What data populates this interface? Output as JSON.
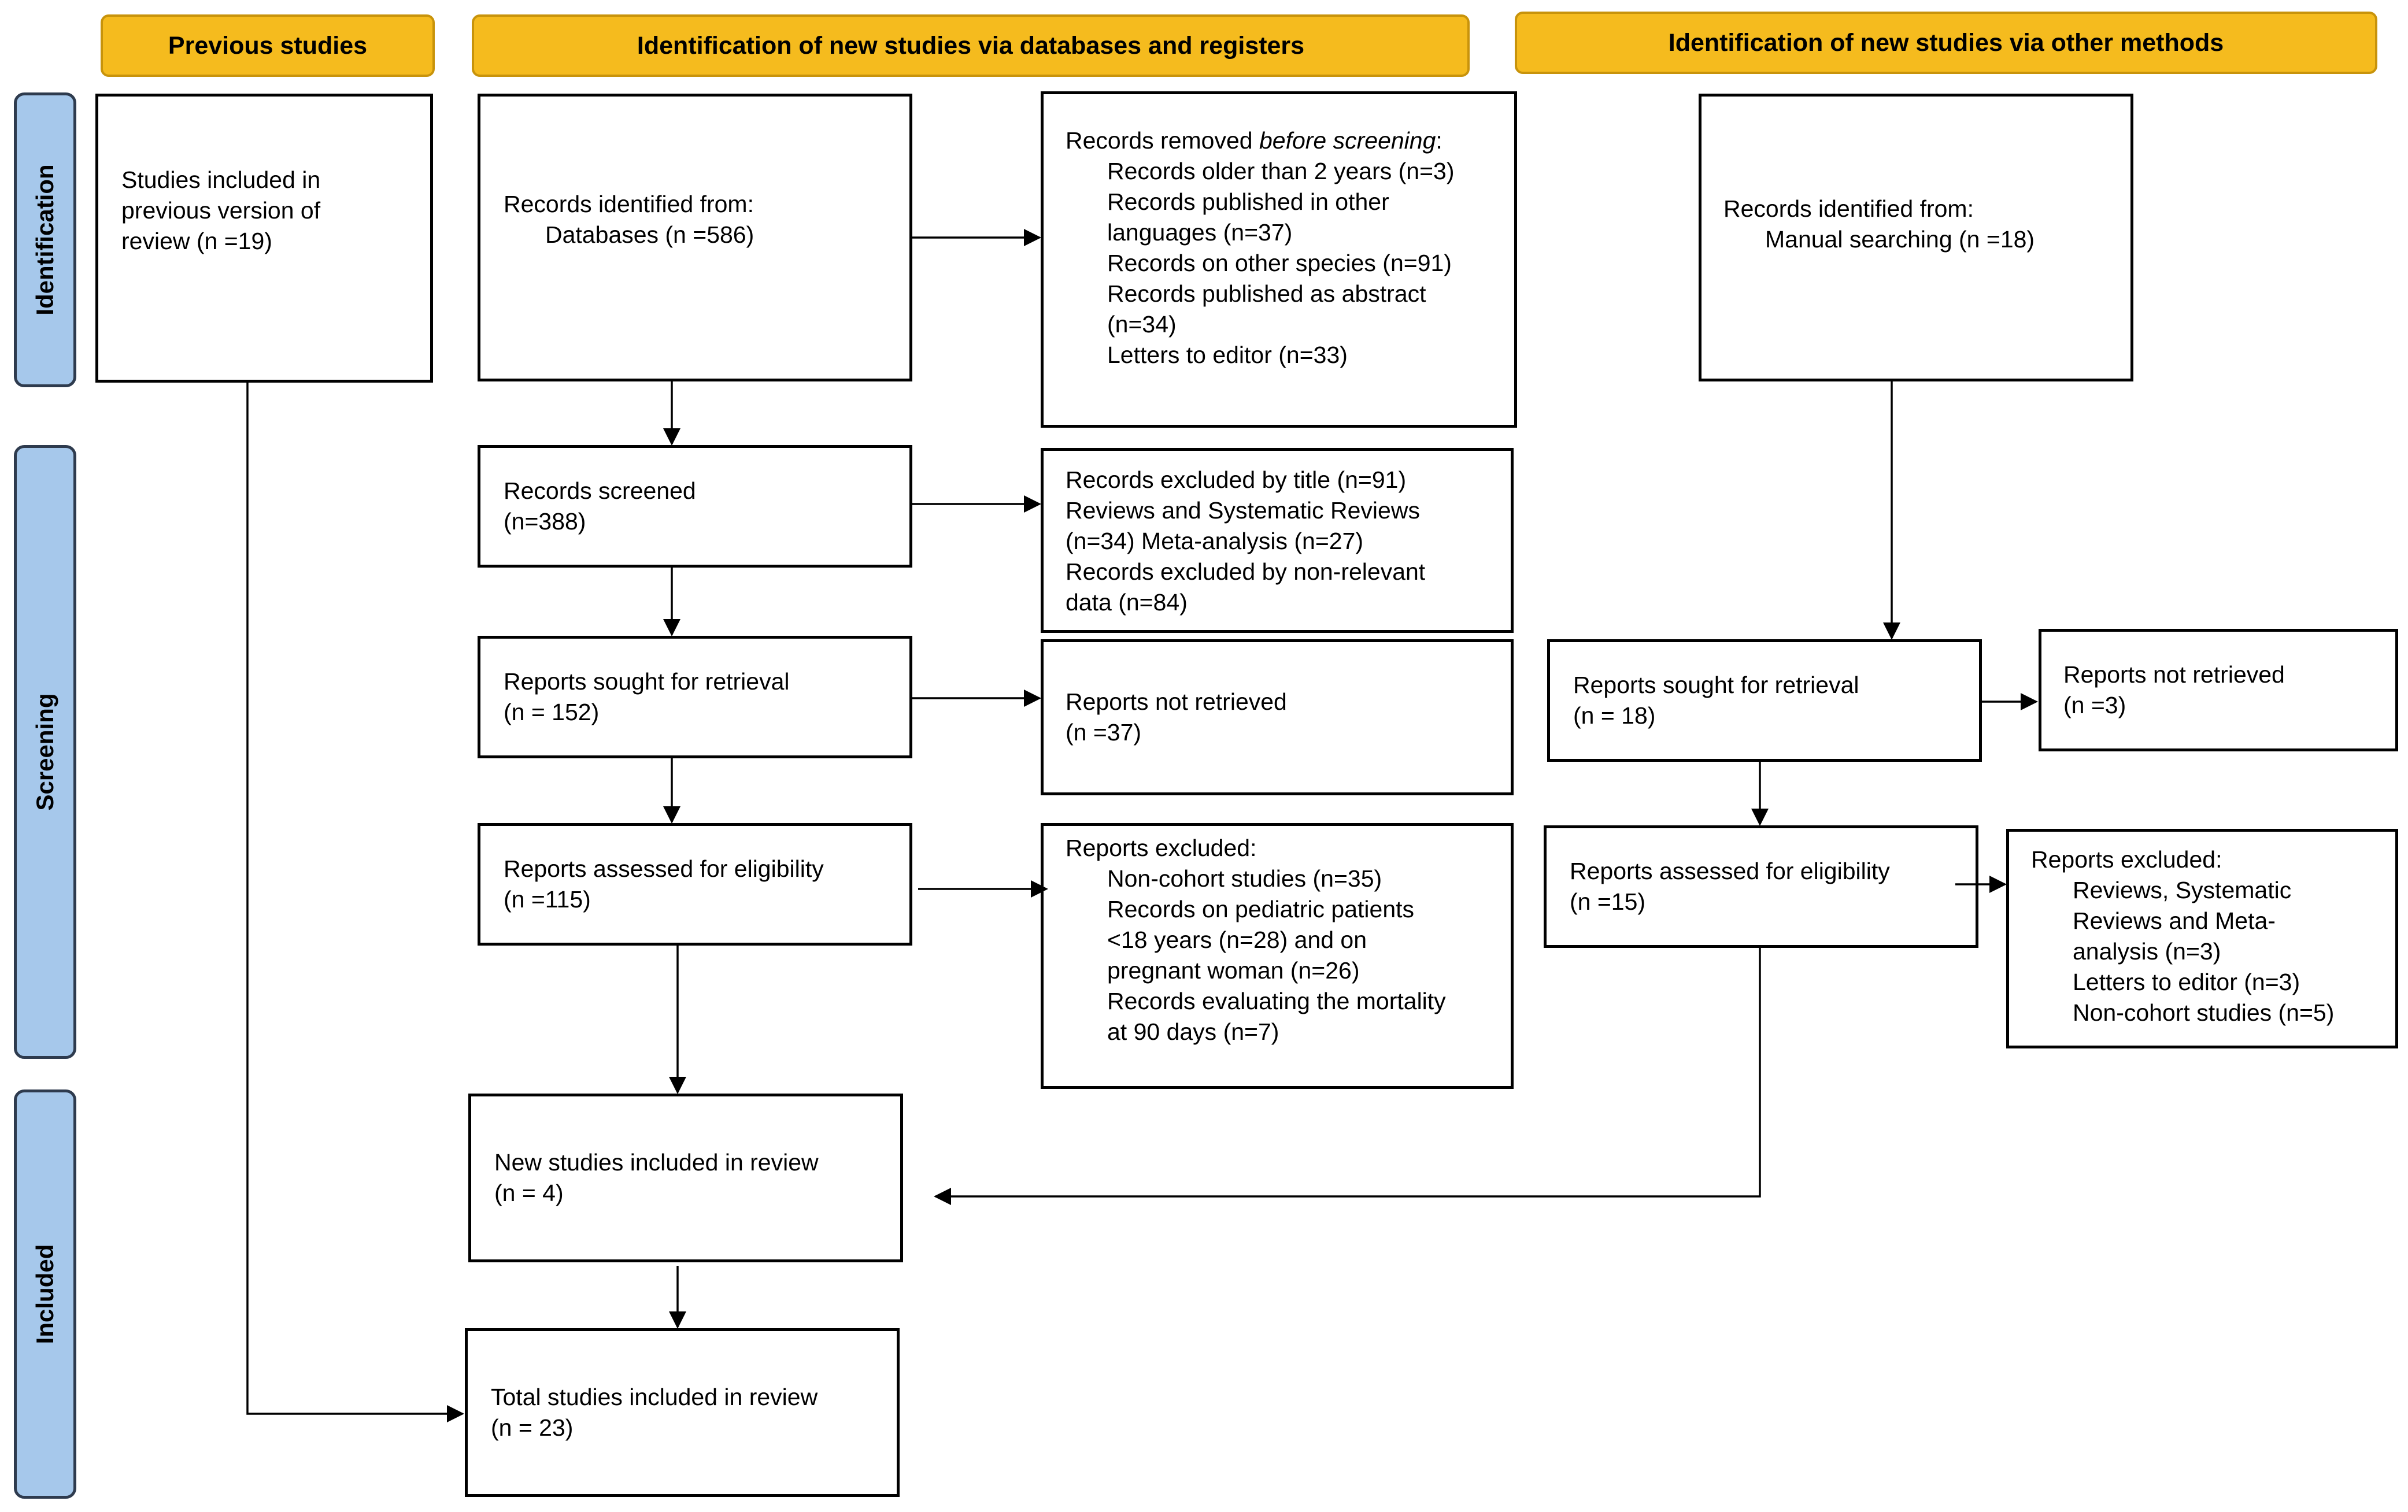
{
  "headers": {
    "previous": "Previous studies",
    "databases": "Identification of new studies via databases and registers",
    "other": "Identification of new studies via other methods"
  },
  "phases": {
    "identification": "Identification",
    "screening": "Screening",
    "included": "Included"
  },
  "previous_box": {
    "line1": "Studies included in",
    "line2": "previous version of",
    "line3": "review (n =19)"
  },
  "db_identified": {
    "line1": "Records identified from:",
    "line2": "Databases (n =586)"
  },
  "removed": {
    "title_a": "Records removed ",
    "title_em": "before screening",
    "title_b": ":",
    "items": [
      "Records older than 2 years (n=3)",
      "Records published in other",
      "languages (n=37)",
      "Records on other species (n=91)",
      "Records published as abstract",
      "(n=34)",
      "Letters to editor (n=33)"
    ]
  },
  "other_identified": {
    "line1": "Records identified from:",
    "line2": "Manual searching (n =18)"
  },
  "screened": {
    "line1": "Records screened",
    "line2": "(n=388)"
  },
  "excluded_title": {
    "lines": [
      "Records excluded by title (n=91)",
      "Reviews and Systematic Reviews",
      "(n=34) Meta-analysis (n=27)",
      "Records excluded by non-relevant",
      "data (n=84)"
    ]
  },
  "db_sought": {
    "line1": "Reports sought for retrieval",
    "line2": "(n = 152)"
  },
  "db_not_retrieved": {
    "line1": "Reports not retrieved",
    "line2": "(n =37)"
  },
  "other_sought": {
    "line1": "Reports sought for retrieval",
    "line2": "(n = 18)"
  },
  "other_not_retrieved": {
    "line1": "Reports not retrieved",
    "line2": "(n =3)"
  },
  "db_assessed": {
    "line1": "Reports assessed for eligibility",
    "line2": "(n =115)"
  },
  "db_excluded": {
    "title": "Reports excluded:",
    "items": [
      "Non-cohort studies (n=35)",
      "Records on pediatric patients",
      "<18 years (n=28) and on",
      "pregnant woman (n=26)",
      "Records evaluating the mortality",
      "at 90 days (n=7)"
    ]
  },
  "other_assessed": {
    "line1": "Reports assessed for eligibility",
    "line2": "(n =15)"
  },
  "other_excluded": {
    "title": "Reports excluded:",
    "items": [
      "Reviews, Systematic",
      "Reviews and Meta-",
      "analysis (n=3)",
      "Letters to editor (n=3)",
      "Non-cohort studies (n=5)"
    ]
  },
  "new_included": {
    "line1": "New studies included in review",
    "line2": "(n = 4)"
  },
  "total_included": {
    "line1": "Total studies included in review",
    "line2": "(n = 23)"
  }
}
